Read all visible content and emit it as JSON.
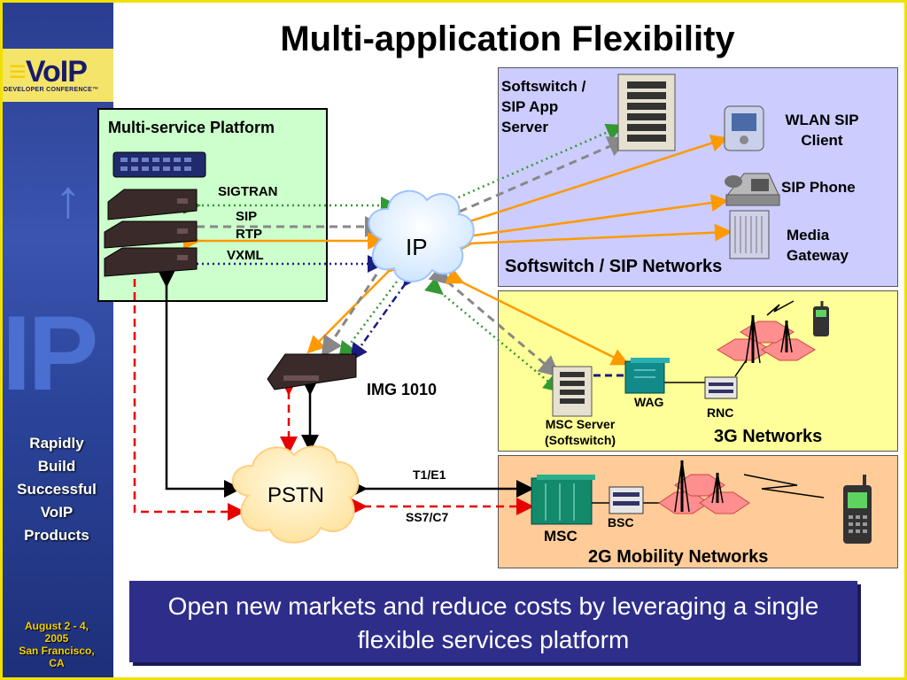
{
  "title": "Multi-application Flexibility",
  "sidebar": {
    "logo_text": "VoIP",
    "logo_subtitle": "DEVELOPER CONFERENCE™",
    "tagline": [
      "Rapidly",
      "Build",
      "Successful",
      "VoIP",
      "Products"
    ],
    "dates": [
      "August 2 - 4,",
      "2005",
      "San Francisco,",
      "CA"
    ]
  },
  "platform": {
    "title": "Multi-service Platform",
    "protocols": [
      "SIGTRAN",
      "SIP",
      "RTP",
      "VXML"
    ]
  },
  "cloud_ip": "IP",
  "cloud_pstn": "PSTN",
  "img": "IMG 1010",
  "sip_network": {
    "title": "Softswitch / SIP Networks",
    "softswitch": [
      "Softswitch /",
      "SIP App",
      "Server"
    ],
    "wlan": [
      "WLAN SIP",
      "Client"
    ],
    "phone": "SIP Phone",
    "gateway": [
      "Media",
      "Gateway"
    ]
  },
  "g3_network": {
    "title": "3G Networks",
    "msc_server": [
      "MSC Server",
      "(Softswitch)"
    ],
    "wag": "WAG",
    "rnc": "RNC"
  },
  "g2_network": {
    "title": "2G Mobility Networks",
    "msc": "MSC",
    "bsc": "BSC"
  },
  "links": {
    "t1e1": "T1/E1",
    "ss7": "SS7/C7"
  },
  "banner": "Open new markets and reduce costs by leveraging a single flexible services platform",
  "colors": {
    "sip_net_bg": "#ccccff",
    "g3_bg": "#ffff99",
    "g2_bg": "#ffcc99",
    "platform_bg": "#ccffcc",
    "orange_link": "#ff9900",
    "red_link": "#e60000",
    "green_link": "#339933",
    "gray_link": "#888888",
    "navy_link": "#1a1a80"
  }
}
